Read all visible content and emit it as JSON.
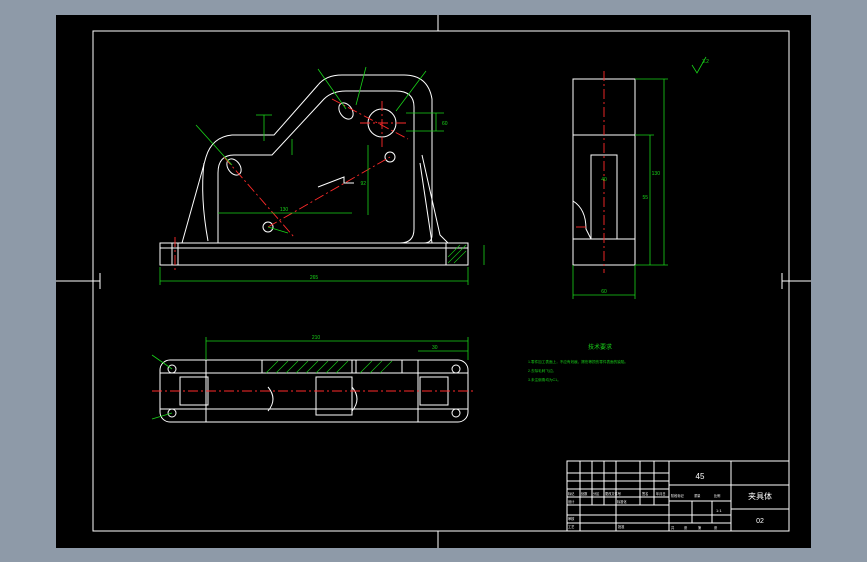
{
  "title_block": {
    "material": "45",
    "part_name": "夹具体",
    "drawing_no": "02",
    "labels": [
      "标记",
      "处数",
      "分区",
      "更改文件号",
      "签名",
      "年月日",
      "设计",
      "标准化",
      "审核",
      "工艺",
      "批准",
      "阶段标记",
      "重量",
      "比例",
      "共",
      "张",
      "第",
      "张"
    ],
    "scale": "1:1"
  },
  "tech_requirements": {
    "heading": "技术要求",
    "lines": [
      "1.零件加工表面上，不应有划痕、擦伤等损伤零件表面的缺陷。",
      "2.去除毛刺飞边。",
      "3.未注倒角均为C1。"
    ]
  },
  "dimensions": {
    "front_width": "265",
    "front_inner": "130",
    "front_d1": "92",
    "front_d2": "60",
    "top_width": "210",
    "top_right": "30",
    "side_height": "130",
    "side_inner": "55",
    "side_bottom": "60",
    "side_mid": "40",
    "roughness": "3.2"
  },
  "colors": {
    "sheet": "#000000",
    "outline": "#ffffff",
    "dimension": "#19d319",
    "centerline": "#ff2a2a",
    "frame_bg": "#8e9aa8"
  }
}
